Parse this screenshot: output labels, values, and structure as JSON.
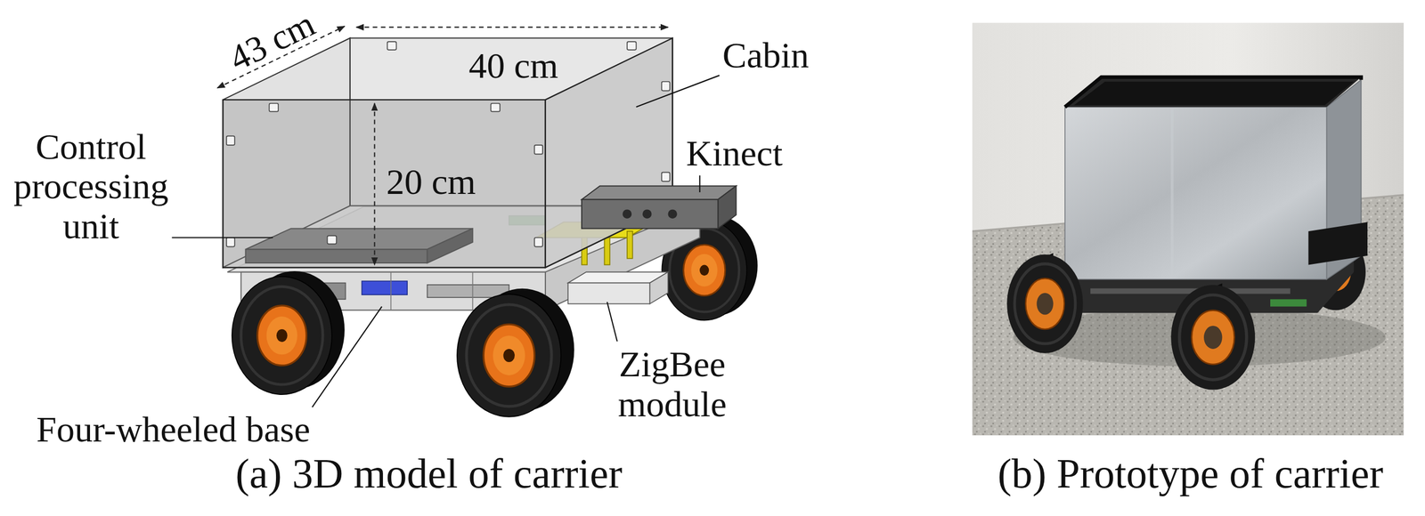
{
  "diagram": {
    "labels": [
      "43 cm",
      "40 cm",
      "Cabin",
      "Control processing unit",
      "20 cm",
      "Kinect",
      "Four-wheeled base",
      "ZigBee module",
      "(a) 3D model of carrier",
      "(b) Prototype of carrier"
    ]
  }
}
